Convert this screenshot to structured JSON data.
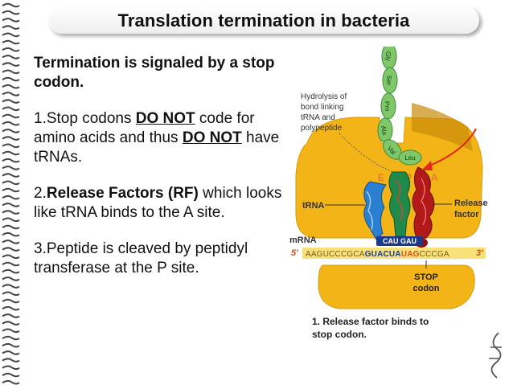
{
  "slide": {
    "title": "Translation termination in bacteria",
    "intro": "Termination is signaled by a stop codon.",
    "point1": {
      "prefix": "1.Stop codons ",
      "em1": "DO NOT",
      "middle": " code for amino acids and thus ",
      "em2": "DO NOT",
      "suffix": " have tRNAs."
    },
    "point2": {
      "prefix": "2.",
      "em": "Release Factors (RF)",
      "suffix": " which looks like tRNA binds to the A site."
    },
    "point3": "3.Peptide is cleaved by peptidyl transferase at the P site."
  },
  "figure": {
    "peptide": [
      "Gly",
      "Ser",
      "Pro",
      "Ala",
      "Val",
      "Leu"
    ],
    "hydrolysis_label": [
      "Hydrolysis of",
      "bond linking",
      "tRNA and",
      "polypeptide"
    ],
    "site_e": "E",
    "site_p": "P",
    "site_a": "A",
    "trna_label": "tRNA",
    "rf_label": [
      "Release",
      "factor"
    ],
    "mrna_label": "mRNA",
    "five_prime": "5'",
    "three_prime": "3'",
    "anticodons": "CAU GAU",
    "mrna_segments": [
      "AAGUCCCGCA",
      "GUA",
      "CUA",
      "UAG",
      "CCCGA"
    ],
    "stop_label": [
      "STOP",
      "codon"
    ],
    "caption": [
      "1. Release factor binds to",
      "stop codon."
    ],
    "colors": {
      "ribosome": "#f2b417",
      "peptide": "#7ec86a",
      "trna_e": "#2b7fd1",
      "trna_p": "#1f8a4a",
      "release_factor": "#b21a1a",
      "arrow": "#e02a1a",
      "stop_codon": "#d6501f"
    }
  }
}
